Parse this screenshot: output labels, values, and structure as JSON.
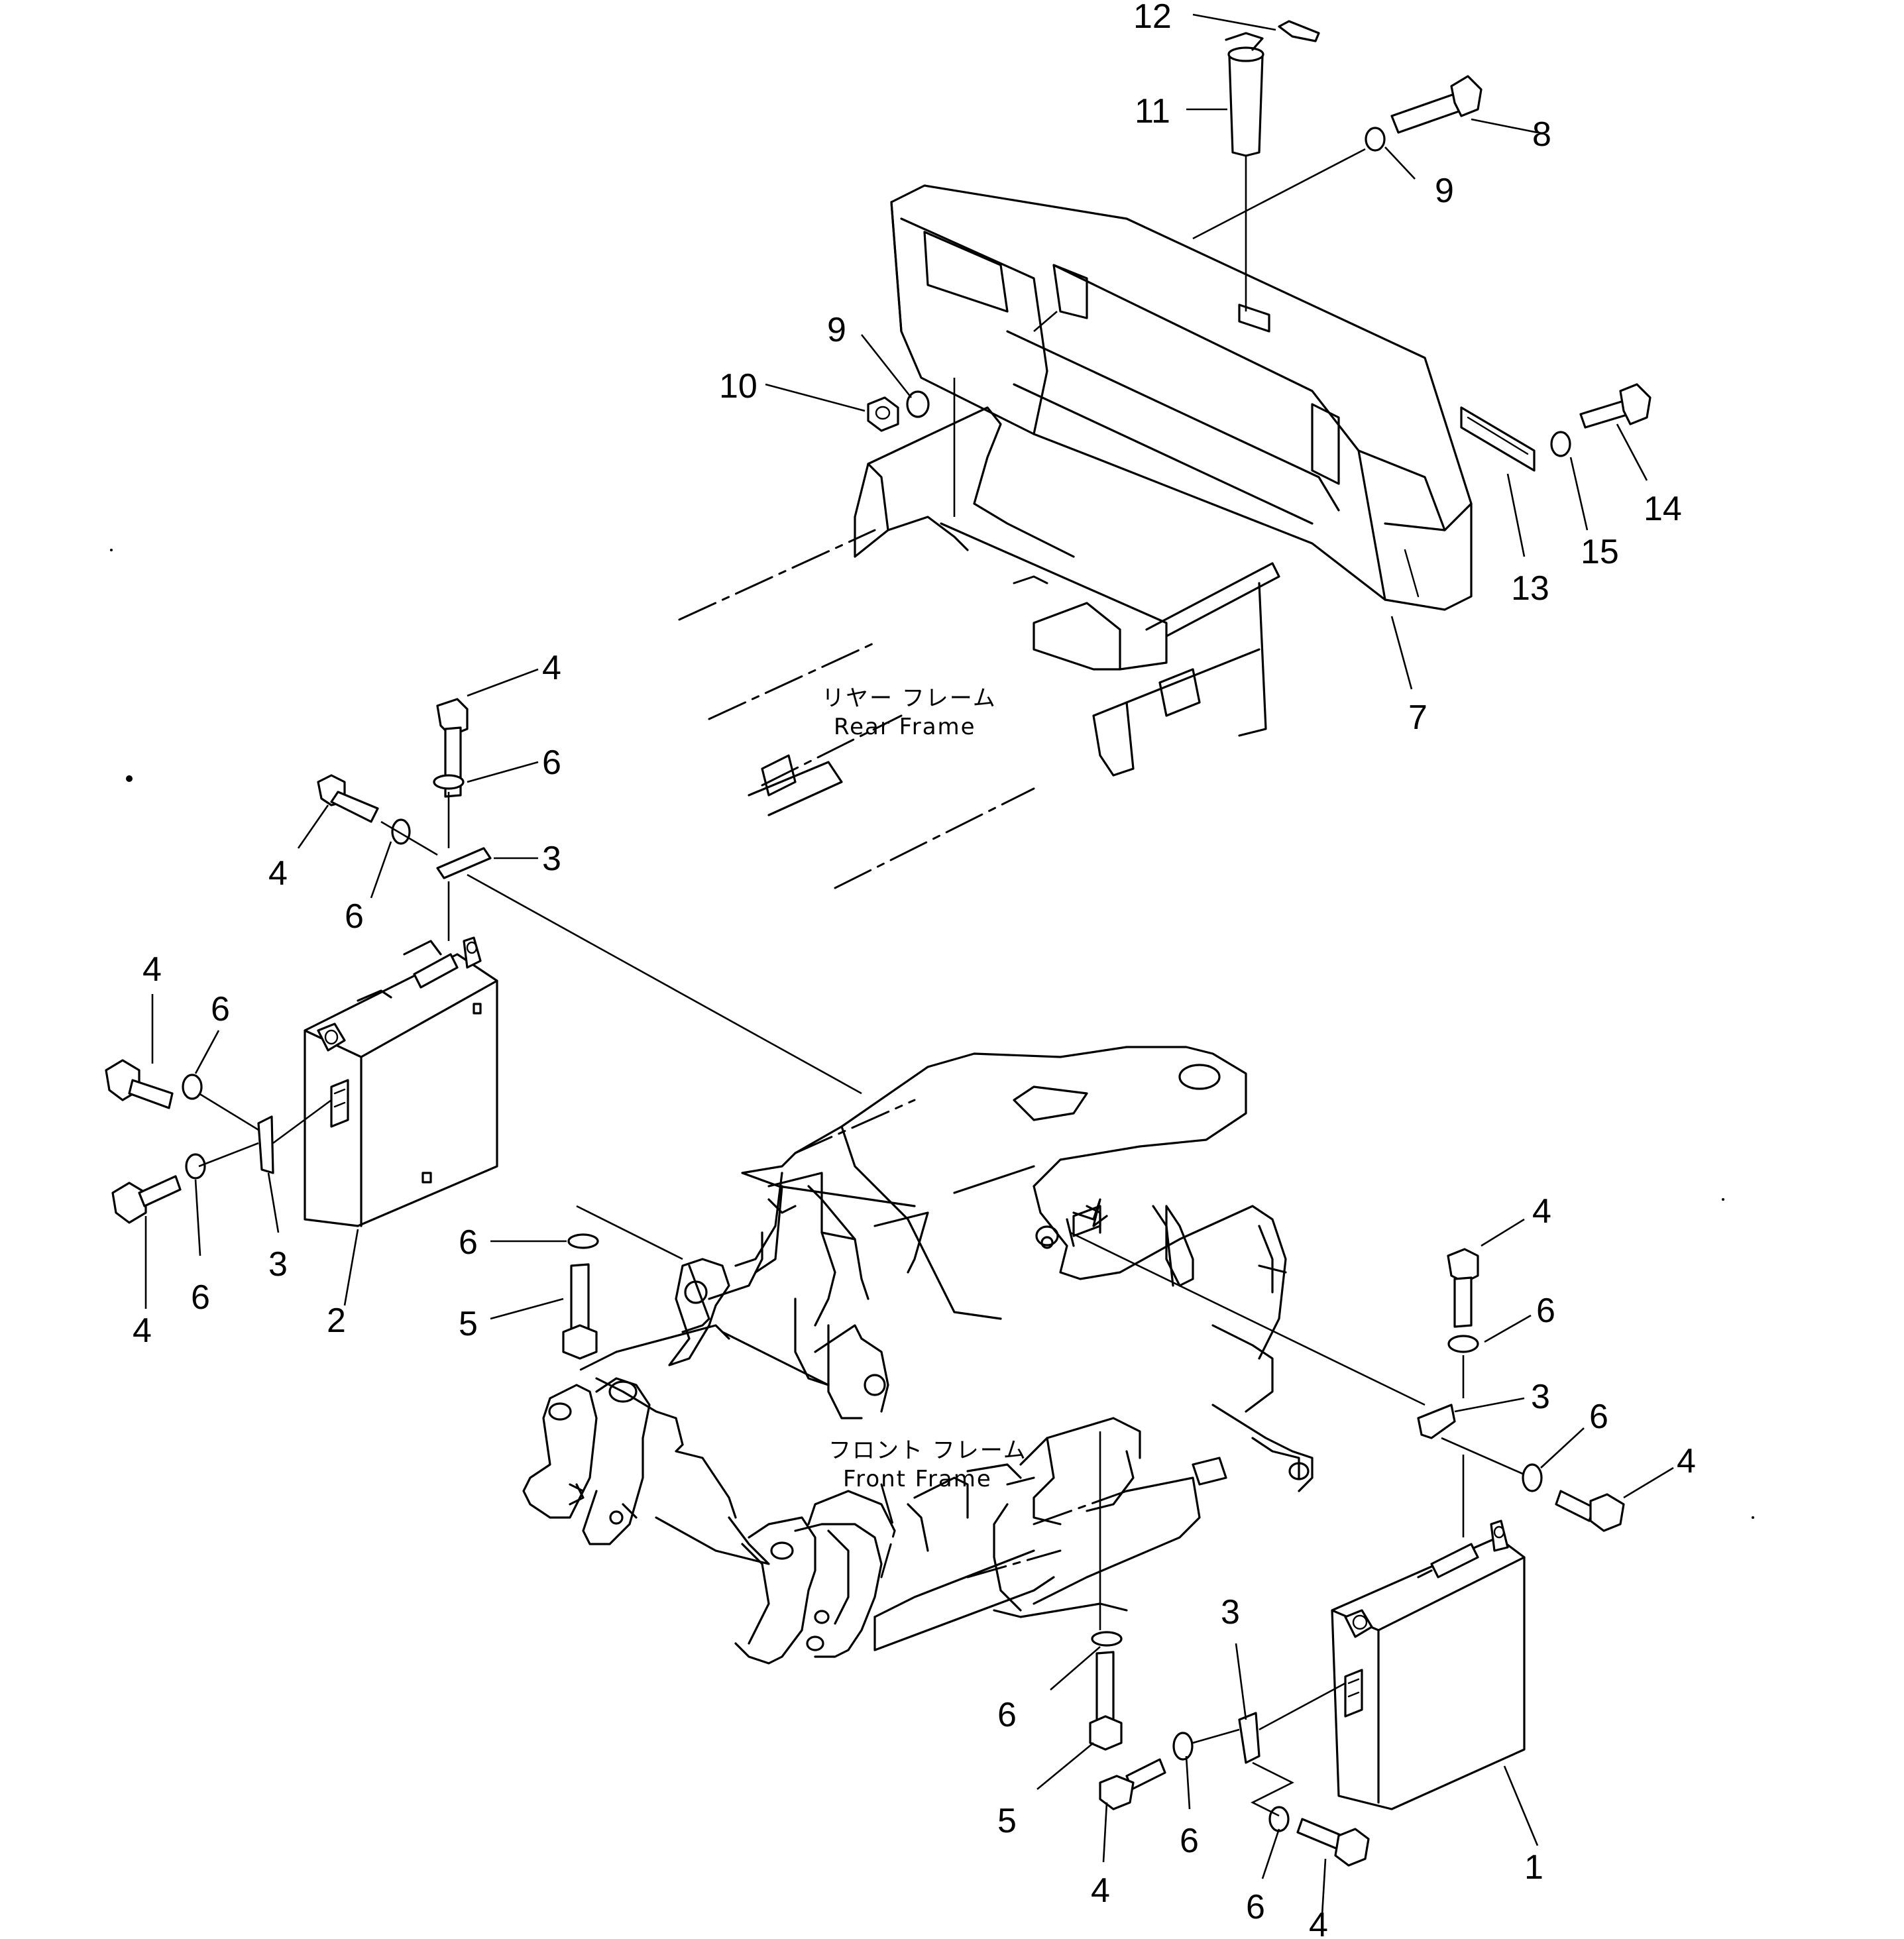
{
  "frames": {
    "rear_jp": "リヤー フレーム",
    "rear_en": "Rear Frame",
    "front_jp": "フロント フレーム",
    "front_en": "Front Frame"
  },
  "callouts": {
    "c12": "12",
    "c11": "11",
    "c8": "8",
    "c9a": "9",
    "c9b": "9",
    "c10": "10",
    "c13": "13",
    "c14": "14",
    "c15": "15",
    "c7": "7",
    "c4a": "4",
    "c6a": "6",
    "c3a": "3",
    "c4b": "4",
    "c6b": "6",
    "c4c": "4",
    "c6c": "6",
    "c6d": "6",
    "c4d": "4",
    "c3b": "3",
    "c2": "2",
    "c6e": "6",
    "c5a": "5",
    "c4e": "4",
    "c6f": "6",
    "c3c": "3",
    "c6g": "6",
    "c4f": "4",
    "c3d": "3",
    "c6h": "6",
    "c5b": "5",
    "c4g": "4",
    "c6i": "6",
    "c6j": "6",
    "c4h": "4",
    "c1": "1"
  }
}
